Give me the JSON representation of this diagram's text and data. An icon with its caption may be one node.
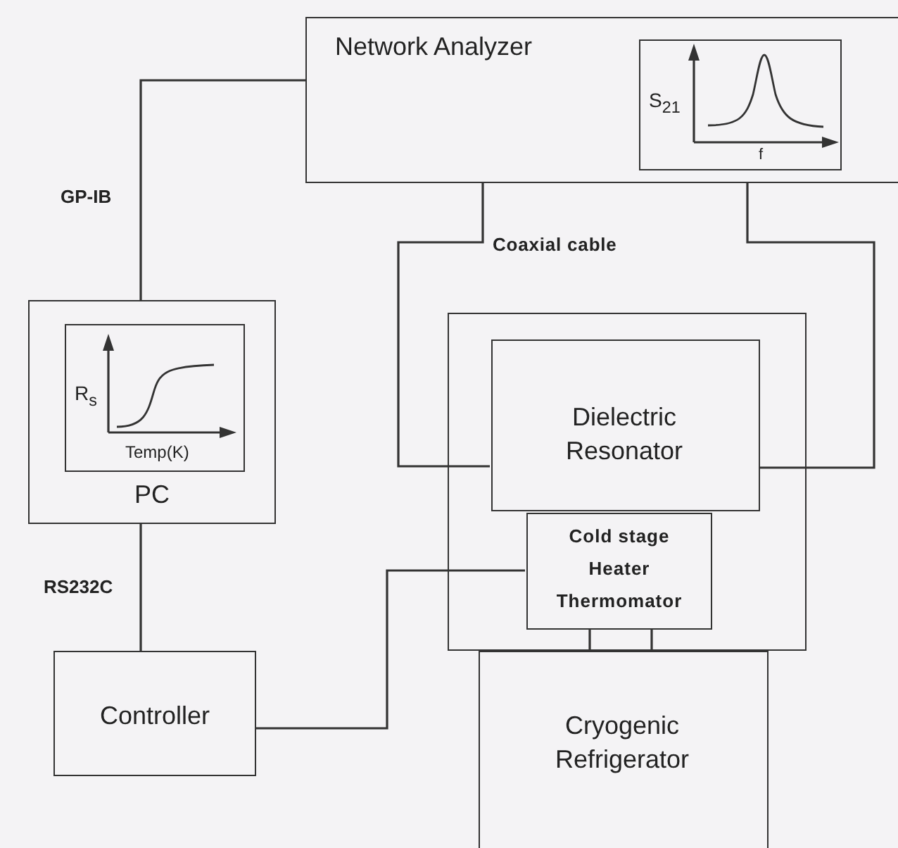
{
  "diagram": {
    "nodes": [
      {
        "text": [
          "Network Analyzer"
        ]
      },
      {
        "text": [
          "S$_{21}$",
          "f"
        ],
        "in": 0
      },
      {
        "text": [
          "PC"
        ]
      },
      {
        "text": [
          "R$_{s}$",
          "Temp(K)"
        ],
        "in": 2
      },
      {
        "text": [],
        "shape": "box"
      },
      {
        "text": [
          "Dielectric Resonator"
        ],
        "in": 4
      },
      {
        "text": [
          "Cold stage",
          "Heater",
          "Thermomator"
        ],
        "in": 4
      },
      {
        "text": [
          "Controller"
        ]
      },
      {
        "text": [
          "Cryogenic Refrigerator"
        ]
      }
    ],
    "edges": [
      {
        "from": 0,
        "to": 2,
        "arrow": "none",
        "label": "GP-IB"
      },
      {
        "from": 0,
        "to": 5,
        "arrow": "none"
      },
      {
        "from": 0,
        "to": 5,
        "arrow": "none"
      },
      {
        "from": 2,
        "to": 7,
        "arrow": "none",
        "label": "RS232C"
      },
      {
        "from": 7,
        "to": 6,
        "arrow": "none"
      },
      {
        "from": 6,
        "to": 8,
        "arrow": "none"
      },
      {
        "from": 6,
        "to": 8,
        "arrow": "none"
      }
    ],
    "labels": [
      "Coaxial cable"
    ]
  }
}
